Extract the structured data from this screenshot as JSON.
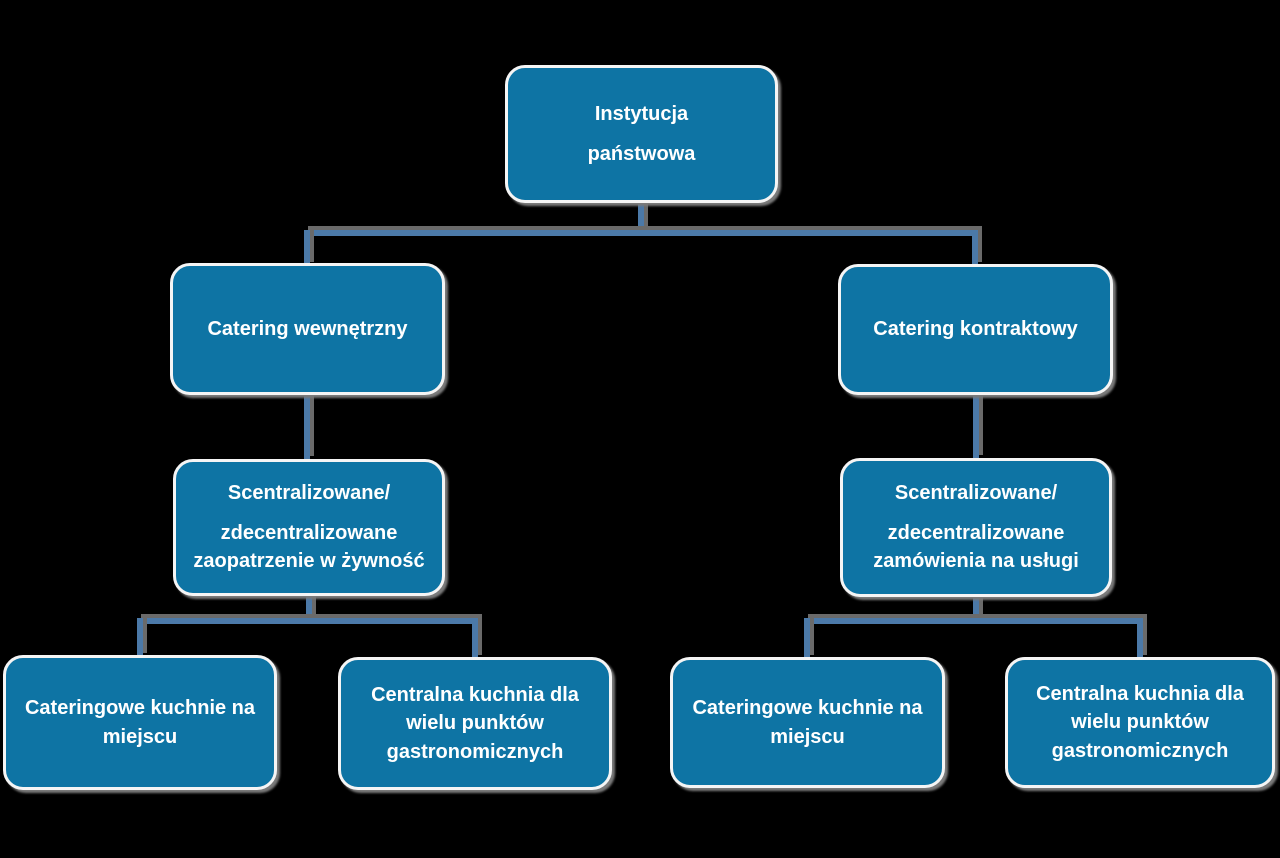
{
  "diagram": {
    "type": "org-chart",
    "language": "pl",
    "colors": {
      "background": "#000000",
      "node_fill": "#0E74A4",
      "node_border": "#F5F5F5",
      "node_text": "#FFFFFF",
      "connector": "#4B79A8",
      "shadow": "#6A6A6A"
    },
    "nodes": {
      "root": {
        "p1": "Instytucja",
        "p2": "państwowa"
      },
      "l2_left": {
        "p1": "Catering wewnętrzny"
      },
      "l2_right": {
        "p1": "Catering kontraktowy"
      },
      "l3_left": {
        "p1": "Scentralizowane/",
        "p2": "zdecentralizowane zaopatrzenie w żywność"
      },
      "l3_right": {
        "p1": "Scentralizowane/",
        "p2": "zdecentralizowane zamówienia na usługi"
      },
      "l4_a": {
        "p1": "Cateringowe kuchnie na miejscu"
      },
      "l4_b": {
        "p1": "Centralna kuchnia dla wielu punktów gastronomicznych"
      },
      "l4_c": {
        "p1": "Cateringowe kuchnie na miejscu"
      },
      "l4_d": {
        "p1": "Centralna kuchnia dla wielu punktów gastronomicznych"
      }
    },
    "edges": [
      "root->l2_left",
      "root->l2_right",
      "l2_left->l3_left",
      "l2_right->l3_right",
      "l3_left->l4_a",
      "l3_left->l4_b",
      "l3_right->l4_c",
      "l3_right->l4_d"
    ]
  }
}
